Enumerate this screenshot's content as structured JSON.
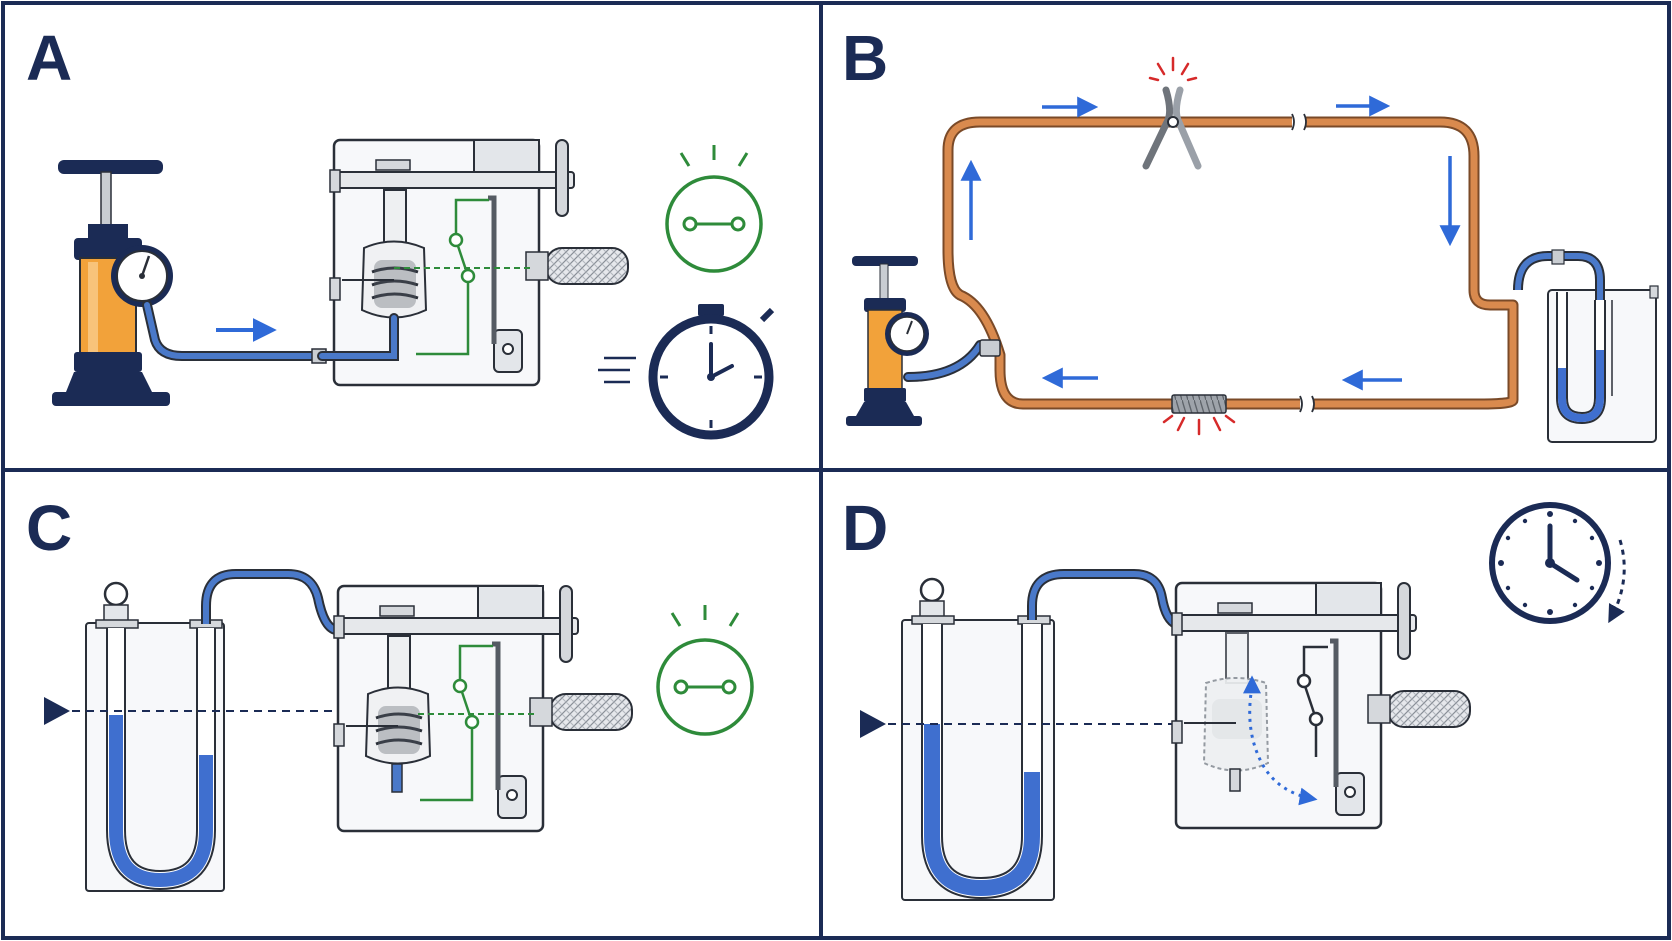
{
  "panels": [
    {
      "id": "A",
      "letter": "A"
    },
    {
      "id": "B",
      "letter": "B"
    },
    {
      "id": "C",
      "letter": "C"
    },
    {
      "id": "D",
      "letter": "D"
    }
  ],
  "colors": {
    "navy": "#1b2b55",
    "frame": "#1b2b55",
    "tube_blue": "#4a79c9",
    "liquid_blue": "#3f6fcf",
    "copper": "#d98a4e",
    "pump_orange": "#f2a23a",
    "contact_green": "#2e8b3a",
    "leak_red": "#d62a2a",
    "arrow_blue": "#2f6ad8",
    "gray": "#9aa0a8"
  },
  "icons": [
    "hand-pump-icon",
    "pressure-gauge-icon",
    "pressure-switch-icon",
    "closed-contact-icon",
    "stopwatch-icon",
    "pliers-icon",
    "wrapped-joint-icon",
    "u-tube-manometer-icon",
    "clock-icon",
    "reference-level-marker-icon",
    "flow-arrow-icon"
  ]
}
